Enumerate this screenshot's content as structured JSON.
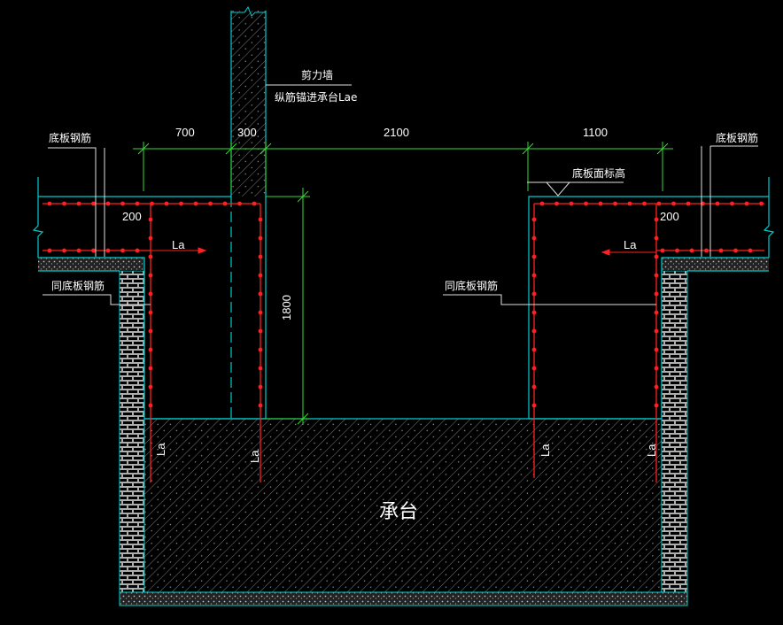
{
  "labels": {
    "shear_wall": "剪力墙",
    "wall_anchor": "纵筋锚进承台Lae",
    "bottom_rebar_left": "底板钢筋",
    "bottom_rebar_right": "底板钢筋",
    "slab_top_elev": "底板面标高",
    "same_rebar_left": "同底板钢筋",
    "same_rebar_right": "同底板钢筋",
    "pile_cap": "承台"
  },
  "dimensions": {
    "d700": "700",
    "d300": "300",
    "d2100": "2100",
    "d1100": "1100",
    "d1800": "1800",
    "d200_left": "200",
    "d200_right": "200"
  },
  "anchors": {
    "la_left": "La",
    "la_right": "La",
    "la_v1": "La",
    "la_v2": "La",
    "la_v3": "La",
    "la_v4": "La"
  },
  "colors": {
    "background": "#000000",
    "outline": "#00cccc",
    "rebar": "#ff2020",
    "dimension": "#33dd33",
    "leader": "#ffffff",
    "hatch": "#8a8a8a"
  }
}
